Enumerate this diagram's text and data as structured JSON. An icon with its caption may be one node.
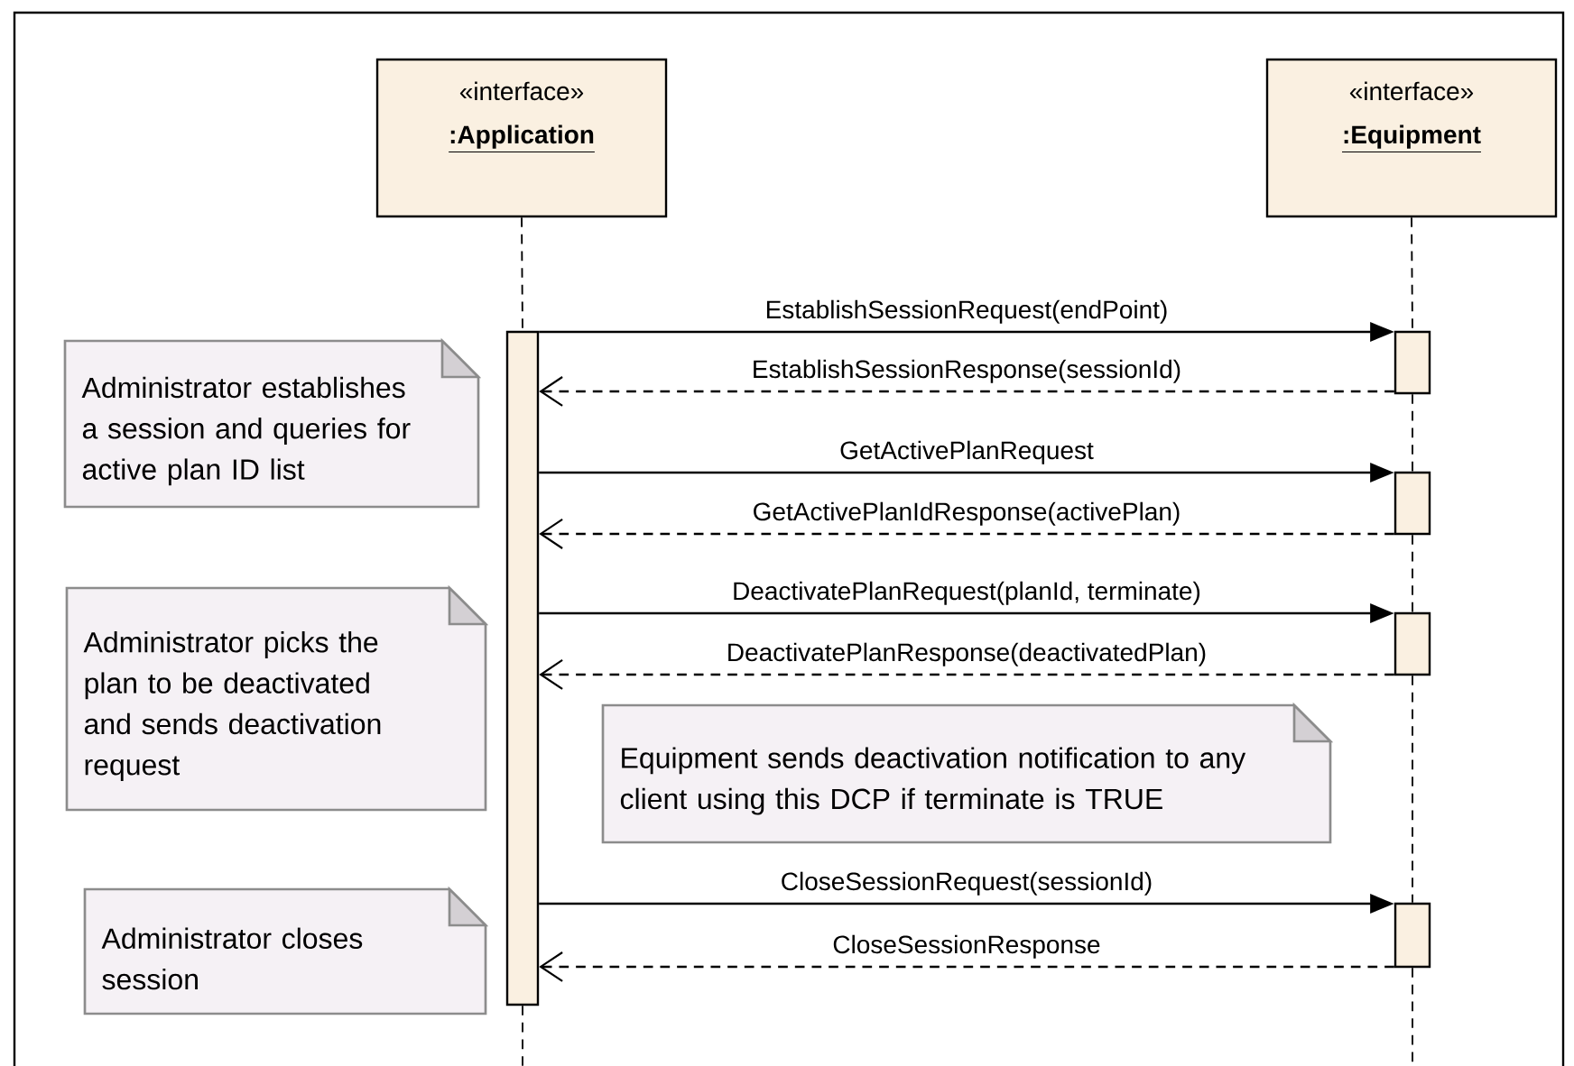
{
  "diagram": {
    "nodes": [
      {
        "text": [
          "«interface»",
          ":Application"
        ]
      },
      {
        "text": [
          "«interface»",
          ":Equipment"
        ]
      },
      {
        "text": [],
        "shape": "bar"
      },
      {
        "text": [],
        "shape": "bar"
      },
      {
        "text": [],
        "shape": "bar"
      },
      {
        "text": [],
        "shape": "bar"
      },
      {
        "text": [],
        "shape": "bar"
      },
      {
        "text": [
          "Administrator establishes a session and queries for active plan ID list"
        ]
      },
      {
        "text": [
          "Administrator picks the plan to be deactivated and sends deactivation request"
        ]
      },
      {
        "text": [
          "Equipment sends deactivation notification to any client using this DCP if terminate is TRUE"
        ]
      },
      {
        "text": [
          "Administrator closes session"
        ]
      }
    ],
    "edges": [
      {
        "from": 2,
        "to": 3,
        "arrow": "to",
        "label": "EstablishSessionRequest(endPoint)"
      },
      {
        "from": 3,
        "to": 2,
        "arrow": "to",
        "style": "dashed",
        "label": "EstablishSessionResponse(sessionId)"
      },
      {
        "from": 2,
        "to": 4,
        "arrow": "to",
        "label": "GetActivePlanRequest"
      },
      {
        "from": 4,
        "to": 2,
        "arrow": "to",
        "style": "dashed",
        "label": "GetActivePlanIdResponse(activePlan)"
      },
      {
        "from": 2,
        "to": 5,
        "arrow": "to",
        "label": "DeactivatePlanRequest(planId, terminate)"
      },
      {
        "from": 5,
        "to": 2,
        "arrow": "to",
        "style": "dashed",
        "label": "DeactivatePlanResponse(deactivatedPlan)"
      },
      {
        "from": 2,
        "to": 6,
        "arrow": "to",
        "label": "CloseSessionRequest(sessionId)"
      },
      {
        "from": 6,
        "to": 2,
        "arrow": "to",
        "style": "dashed",
        "label": "CloseSessionResponse"
      },
      {
        "from": 0,
        "to": 2,
        "arrow": "none",
        "style": "dashed"
      },
      {
        "from": 2,
        "to": null,
        "arrow": "none",
        "style": "dashed"
      },
      {
        "from": 1,
        "to": 3,
        "arrow": "none",
        "style": "dashed"
      },
      {
        "from": 3,
        "to": 4,
        "arrow": "none",
        "style": "dashed"
      },
      {
        "from": 4,
        "to": 5,
        "arrow": "none",
        "style": "dashed"
      },
      {
        "from": 5,
        "to": 6,
        "arrow": "none",
        "style": "dashed"
      },
      {
        "from": 6,
        "to": null,
        "arrow": "none",
        "style": "dashed"
      }
    ]
  }
}
